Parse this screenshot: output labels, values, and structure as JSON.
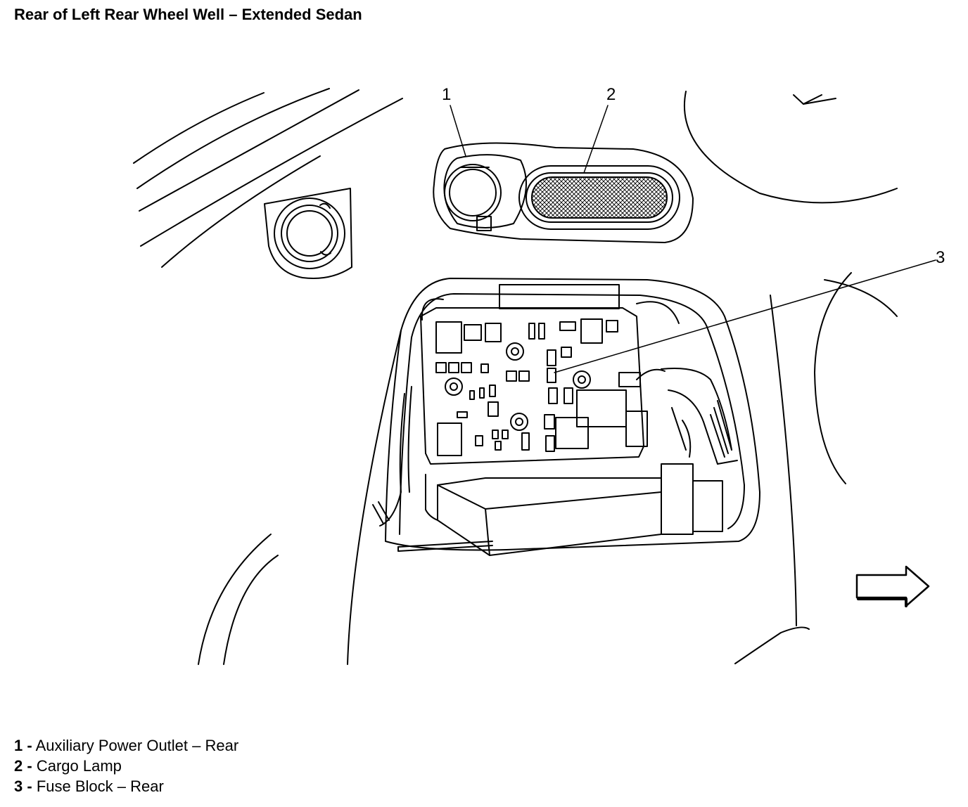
{
  "title": "Rear of Left Rear Wheel Well – Extended Sedan",
  "callouts": [
    {
      "num": "1",
      "label": "Auxiliary Power Outlet – Rear"
    },
    {
      "num": "2",
      "label": "Cargo Lamp"
    },
    {
      "num": "3",
      "label": "Fuse Block – Rear"
    }
  ],
  "arrow_icon": "right-arrow-icon"
}
